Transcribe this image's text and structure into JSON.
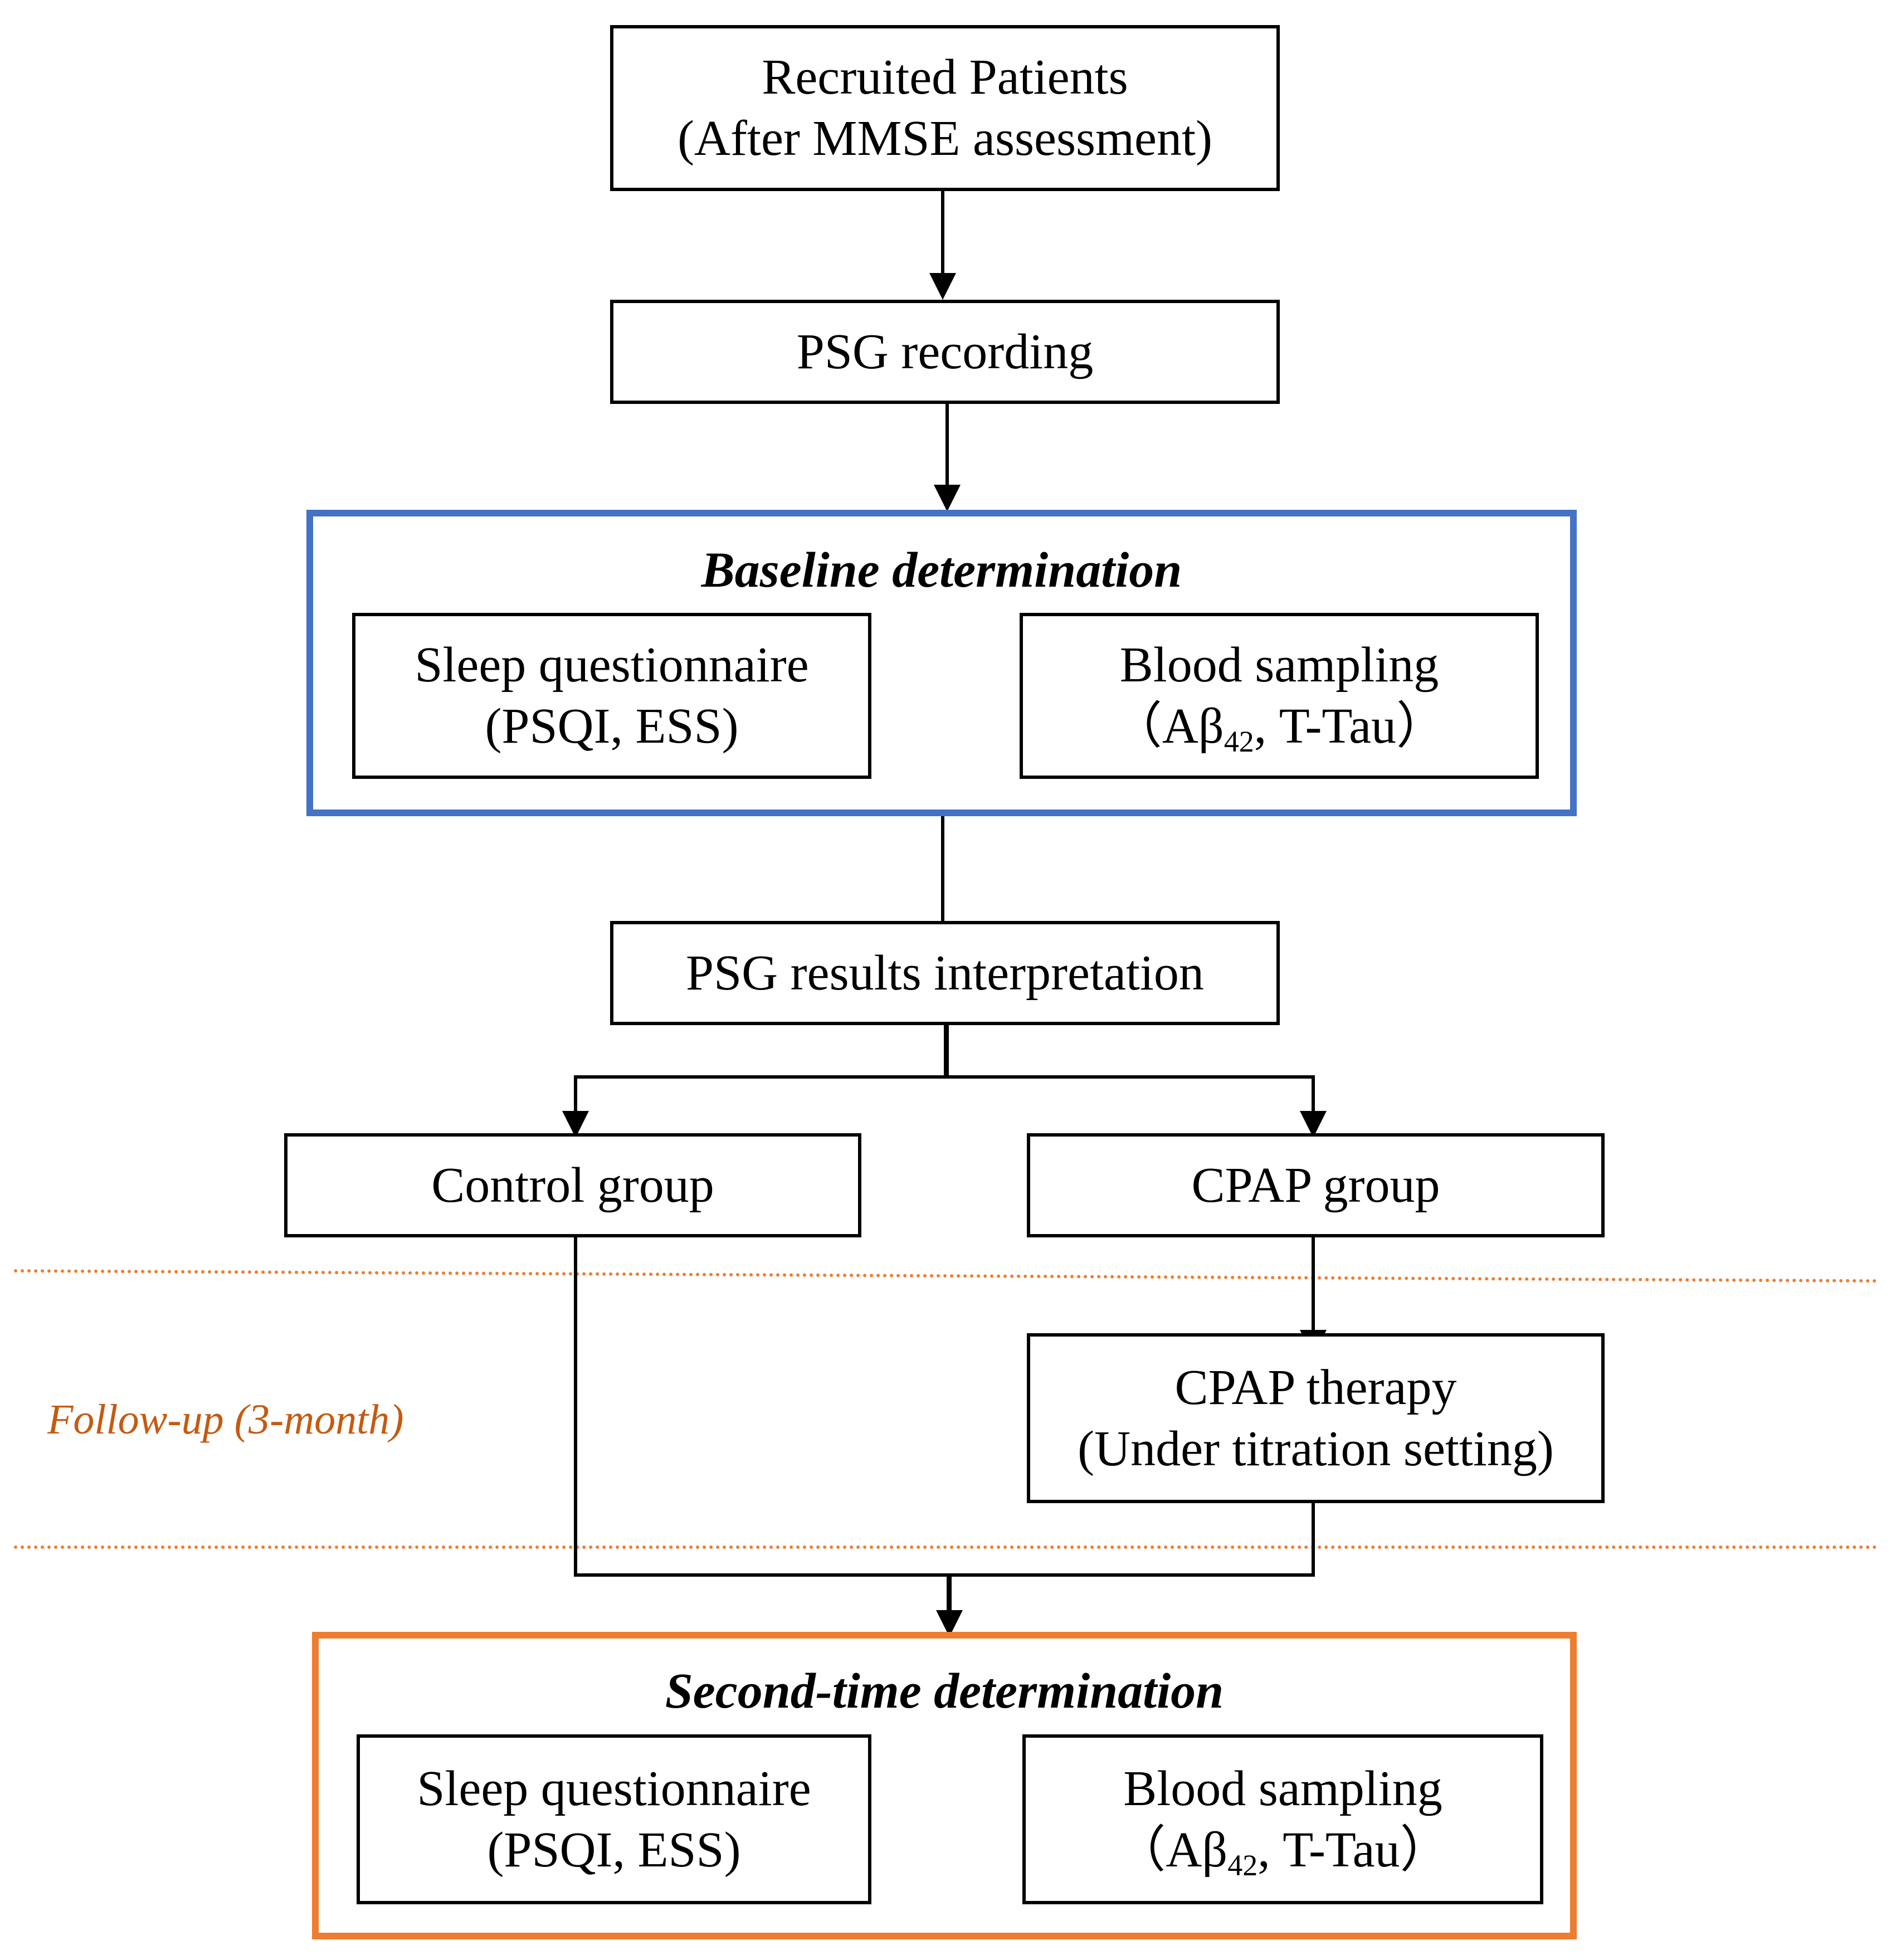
{
  "diagram": {
    "recruited": {
      "line1": "Recruited Patients",
      "line2": "(After MMSE assessment)"
    },
    "psg_recording": "PSG recording",
    "baseline": {
      "title": "Baseline determination",
      "questionnaire": {
        "line1": "Sleep questionnaire",
        "line2": "(PSQI, ESS)"
      },
      "blood": {
        "line1": "Blood sampling",
        "line2_prefix": "（Aβ",
        "line2_sub": "42",
        "line2_suffix": ", T-Tau）"
      }
    },
    "psg_results": "PSG results interpretation",
    "control_group": "Control group",
    "cpap_group": "CPAP group",
    "cpap_therapy": {
      "line1": "CPAP therapy",
      "line2": "(Under titration setting)"
    },
    "followup_label": "Follow-up (3-month)",
    "second": {
      "title": "Second-time determination",
      "questionnaire": {
        "line1": "Sleep questionnaire",
        "line2": "(PSQI, ESS)"
      },
      "blood": {
        "line1": "Blood sampling",
        "line2_prefix": "（Aβ",
        "line2_sub": "42",
        "line2_suffix": ", T-Tau）"
      }
    }
  },
  "colors": {
    "baseline_frame": "#4472c4",
    "second_frame": "#ed7d31",
    "followup_text": "#c55a11",
    "separator_dots": "#ed7d31"
  }
}
